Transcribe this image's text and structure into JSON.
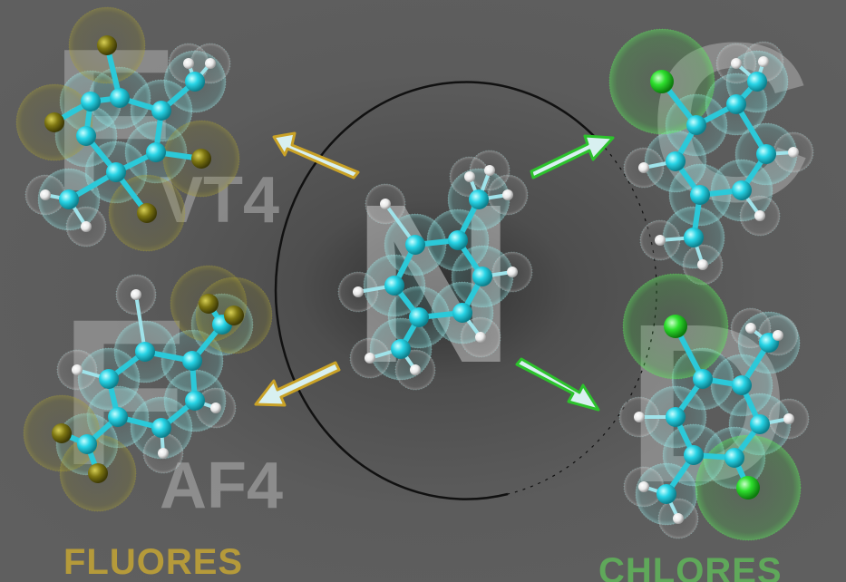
{
  "center": {
    "letter": "N"
  },
  "top_left": {
    "letter": "F",
    "code": "VT4"
  },
  "bottom_left": {
    "letter": "F",
    "code": "AF4"
  },
  "top_right": {
    "letter": "C"
  },
  "bottom_right": {
    "letter": "D"
  },
  "groups": {
    "left_label": "FLUORES",
    "right_label": "CHLORES"
  },
  "colors": {
    "carbon": "#29d6e6",
    "hydrogen": "#f2f2f2",
    "fluorine": "#7a7410",
    "chlorine": "#2ee02e",
    "arrow_left_outline": "#c9a227",
    "arrow_right_outline": "#2cc22c",
    "arrow_fill": "#d8f0f0",
    "fluores_text": "#b59a3a",
    "chlores_text": "#5fa85a"
  }
}
